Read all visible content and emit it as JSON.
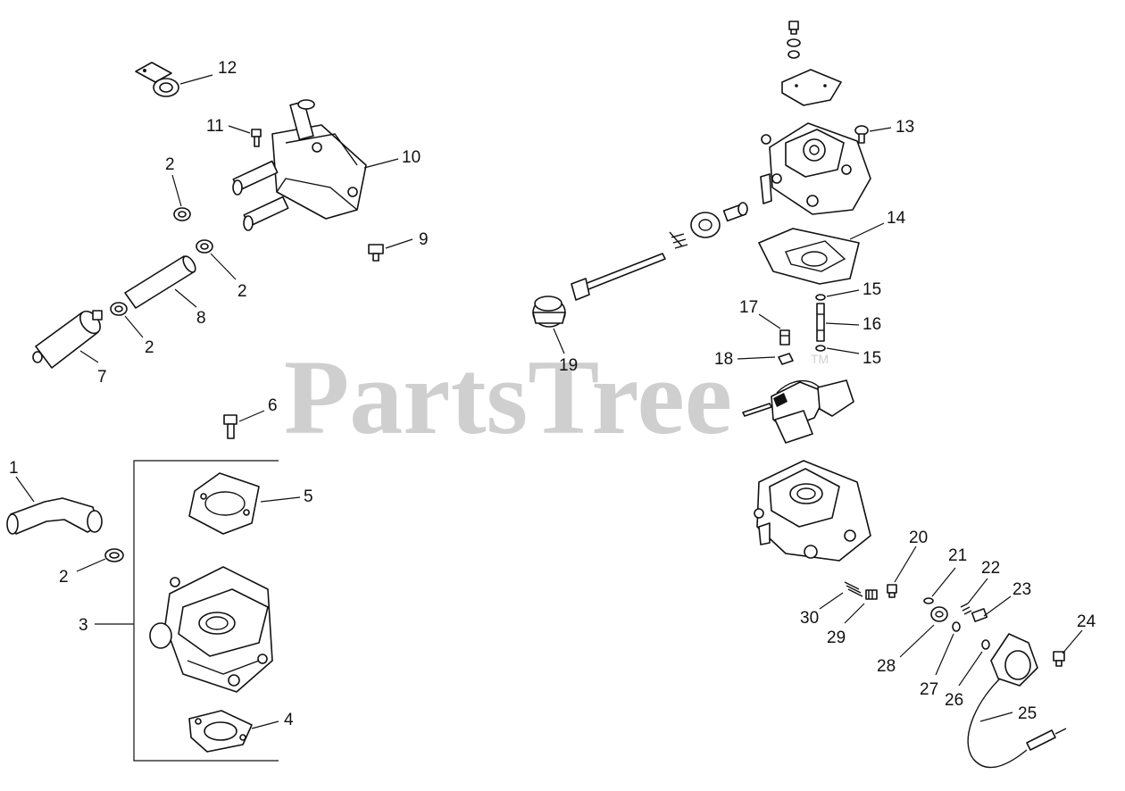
{
  "watermark": {
    "brand": "PartsTree",
    "tm": "TM"
  },
  "callouts": {
    "c1": "1",
    "c2a": "2",
    "c2b": "2",
    "c2c": "2",
    "c2d": "2",
    "c3": "3",
    "c4": "4",
    "c5": "5",
    "c6": "6",
    "c7": "7",
    "c8": "8",
    "c9": "9",
    "c10": "10",
    "c11": "11",
    "c12": "12",
    "c13": "13",
    "c14": "14",
    "c15a": "15",
    "c15b": "15",
    "c16": "16",
    "c17": "17",
    "c18": "18",
    "c19": "19",
    "c20": "20",
    "c21": "21",
    "c22": "22",
    "c23": "23",
    "c24": "24",
    "c25": "25",
    "c26": "26",
    "c27": "27",
    "c28": "28",
    "c29": "29",
    "c30": "30"
  }
}
